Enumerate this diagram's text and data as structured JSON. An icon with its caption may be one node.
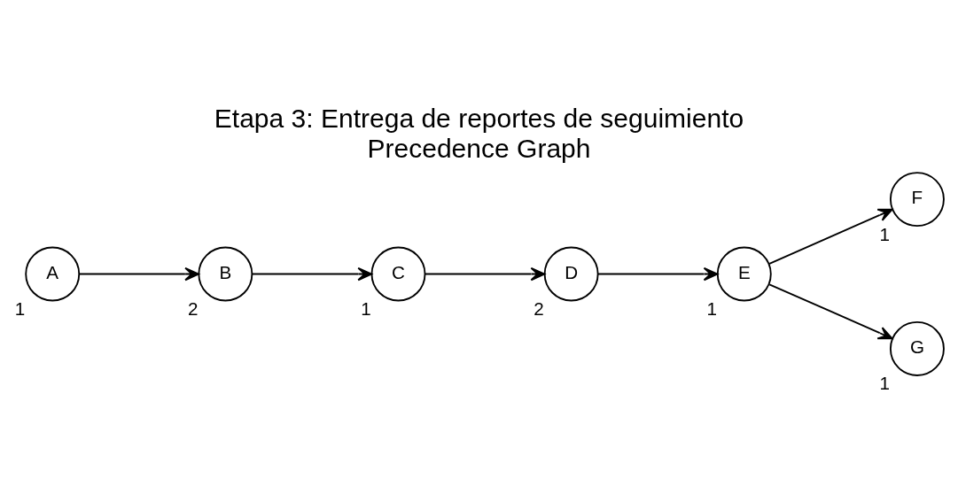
{
  "diagram": {
    "title": "Etapa 3: Entrega de reportes de seguimiento",
    "caption": "Precedence Graph",
    "nodes": [
      {
        "text": [
          "A"
        ],
        "beside": [
          "1"
        ]
      },
      {
        "text": [
          "B"
        ],
        "beside": [
          "2"
        ]
      },
      {
        "text": [
          "C"
        ],
        "beside": [
          "1"
        ]
      },
      {
        "text": [
          "D"
        ],
        "beside": [
          "2"
        ]
      },
      {
        "text": [
          "E"
        ],
        "beside": [
          "1"
        ]
      },
      {
        "text": [
          "F"
        ],
        "beside": [
          "1"
        ]
      },
      {
        "text": [
          "G"
        ],
        "beside": [
          "1"
        ]
      }
    ],
    "edges": [
      {
        "from": 0,
        "to": 1,
        "arrow": "to"
      },
      {
        "from": 1,
        "to": 2,
        "arrow": "to"
      },
      {
        "from": 2,
        "to": 3,
        "arrow": "to"
      },
      {
        "from": 3,
        "to": 4,
        "arrow": "to"
      },
      {
        "from": 4,
        "to": 5,
        "arrow": "to"
      },
      {
        "from": 4,
        "to": 6,
        "arrow": "to"
      }
    ]
  }
}
